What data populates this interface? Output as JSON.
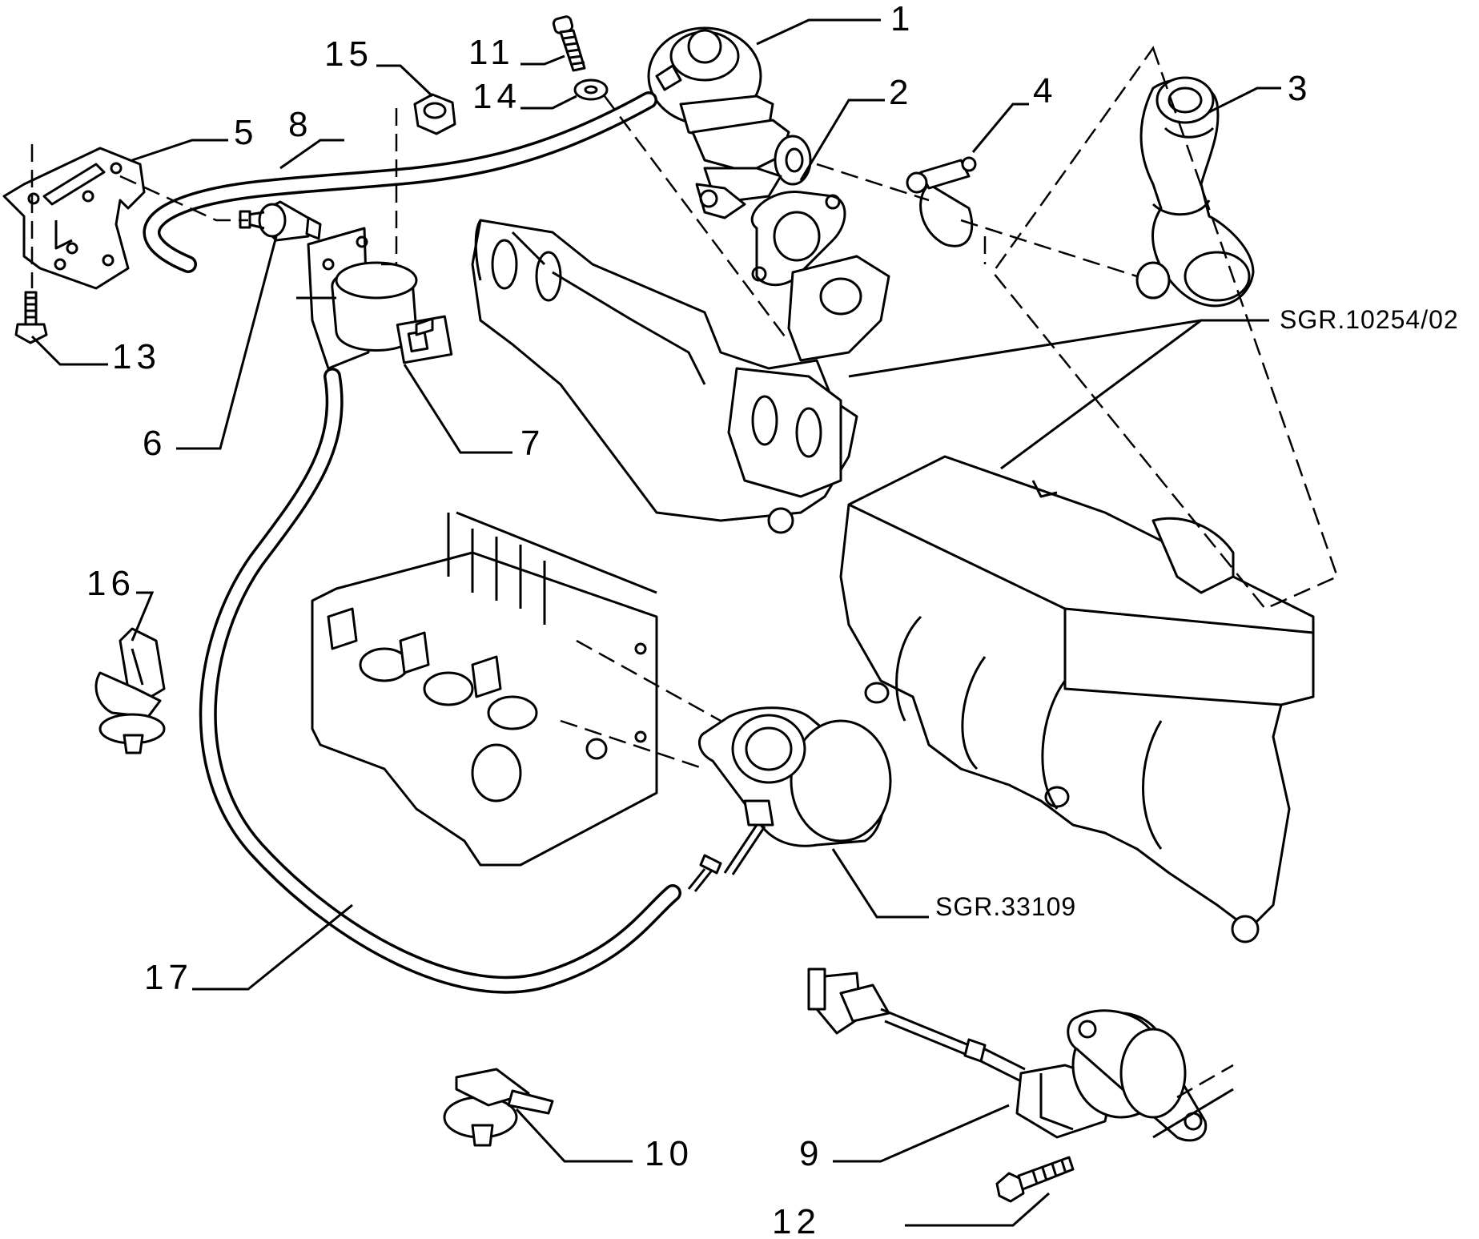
{
  "diagram": {
    "callouts": [
      {
        "id": "1",
        "text": "1"
      },
      {
        "id": "2",
        "text": "2"
      },
      {
        "id": "3",
        "text": "3"
      },
      {
        "id": "4",
        "text": "4"
      },
      {
        "id": "5",
        "text": "5"
      },
      {
        "id": "6",
        "text": "6"
      },
      {
        "id": "7",
        "text": "7"
      },
      {
        "id": "8",
        "text": "8"
      },
      {
        "id": "9",
        "text": "9"
      },
      {
        "id": "10",
        "text": "10"
      },
      {
        "id": "11",
        "text": "11"
      },
      {
        "id": "12",
        "text": "12"
      },
      {
        "id": "13",
        "text": "13"
      },
      {
        "id": "14",
        "text": "14"
      },
      {
        "id": "15",
        "text": "15"
      },
      {
        "id": "16",
        "text": "16"
      },
      {
        "id": "17",
        "text": "17"
      }
    ],
    "references": [
      {
        "id": "sgr-10254",
        "text": "SGR.10254/02"
      },
      {
        "id": "sgr-33109",
        "text": "SGR.33109"
      }
    ]
  }
}
